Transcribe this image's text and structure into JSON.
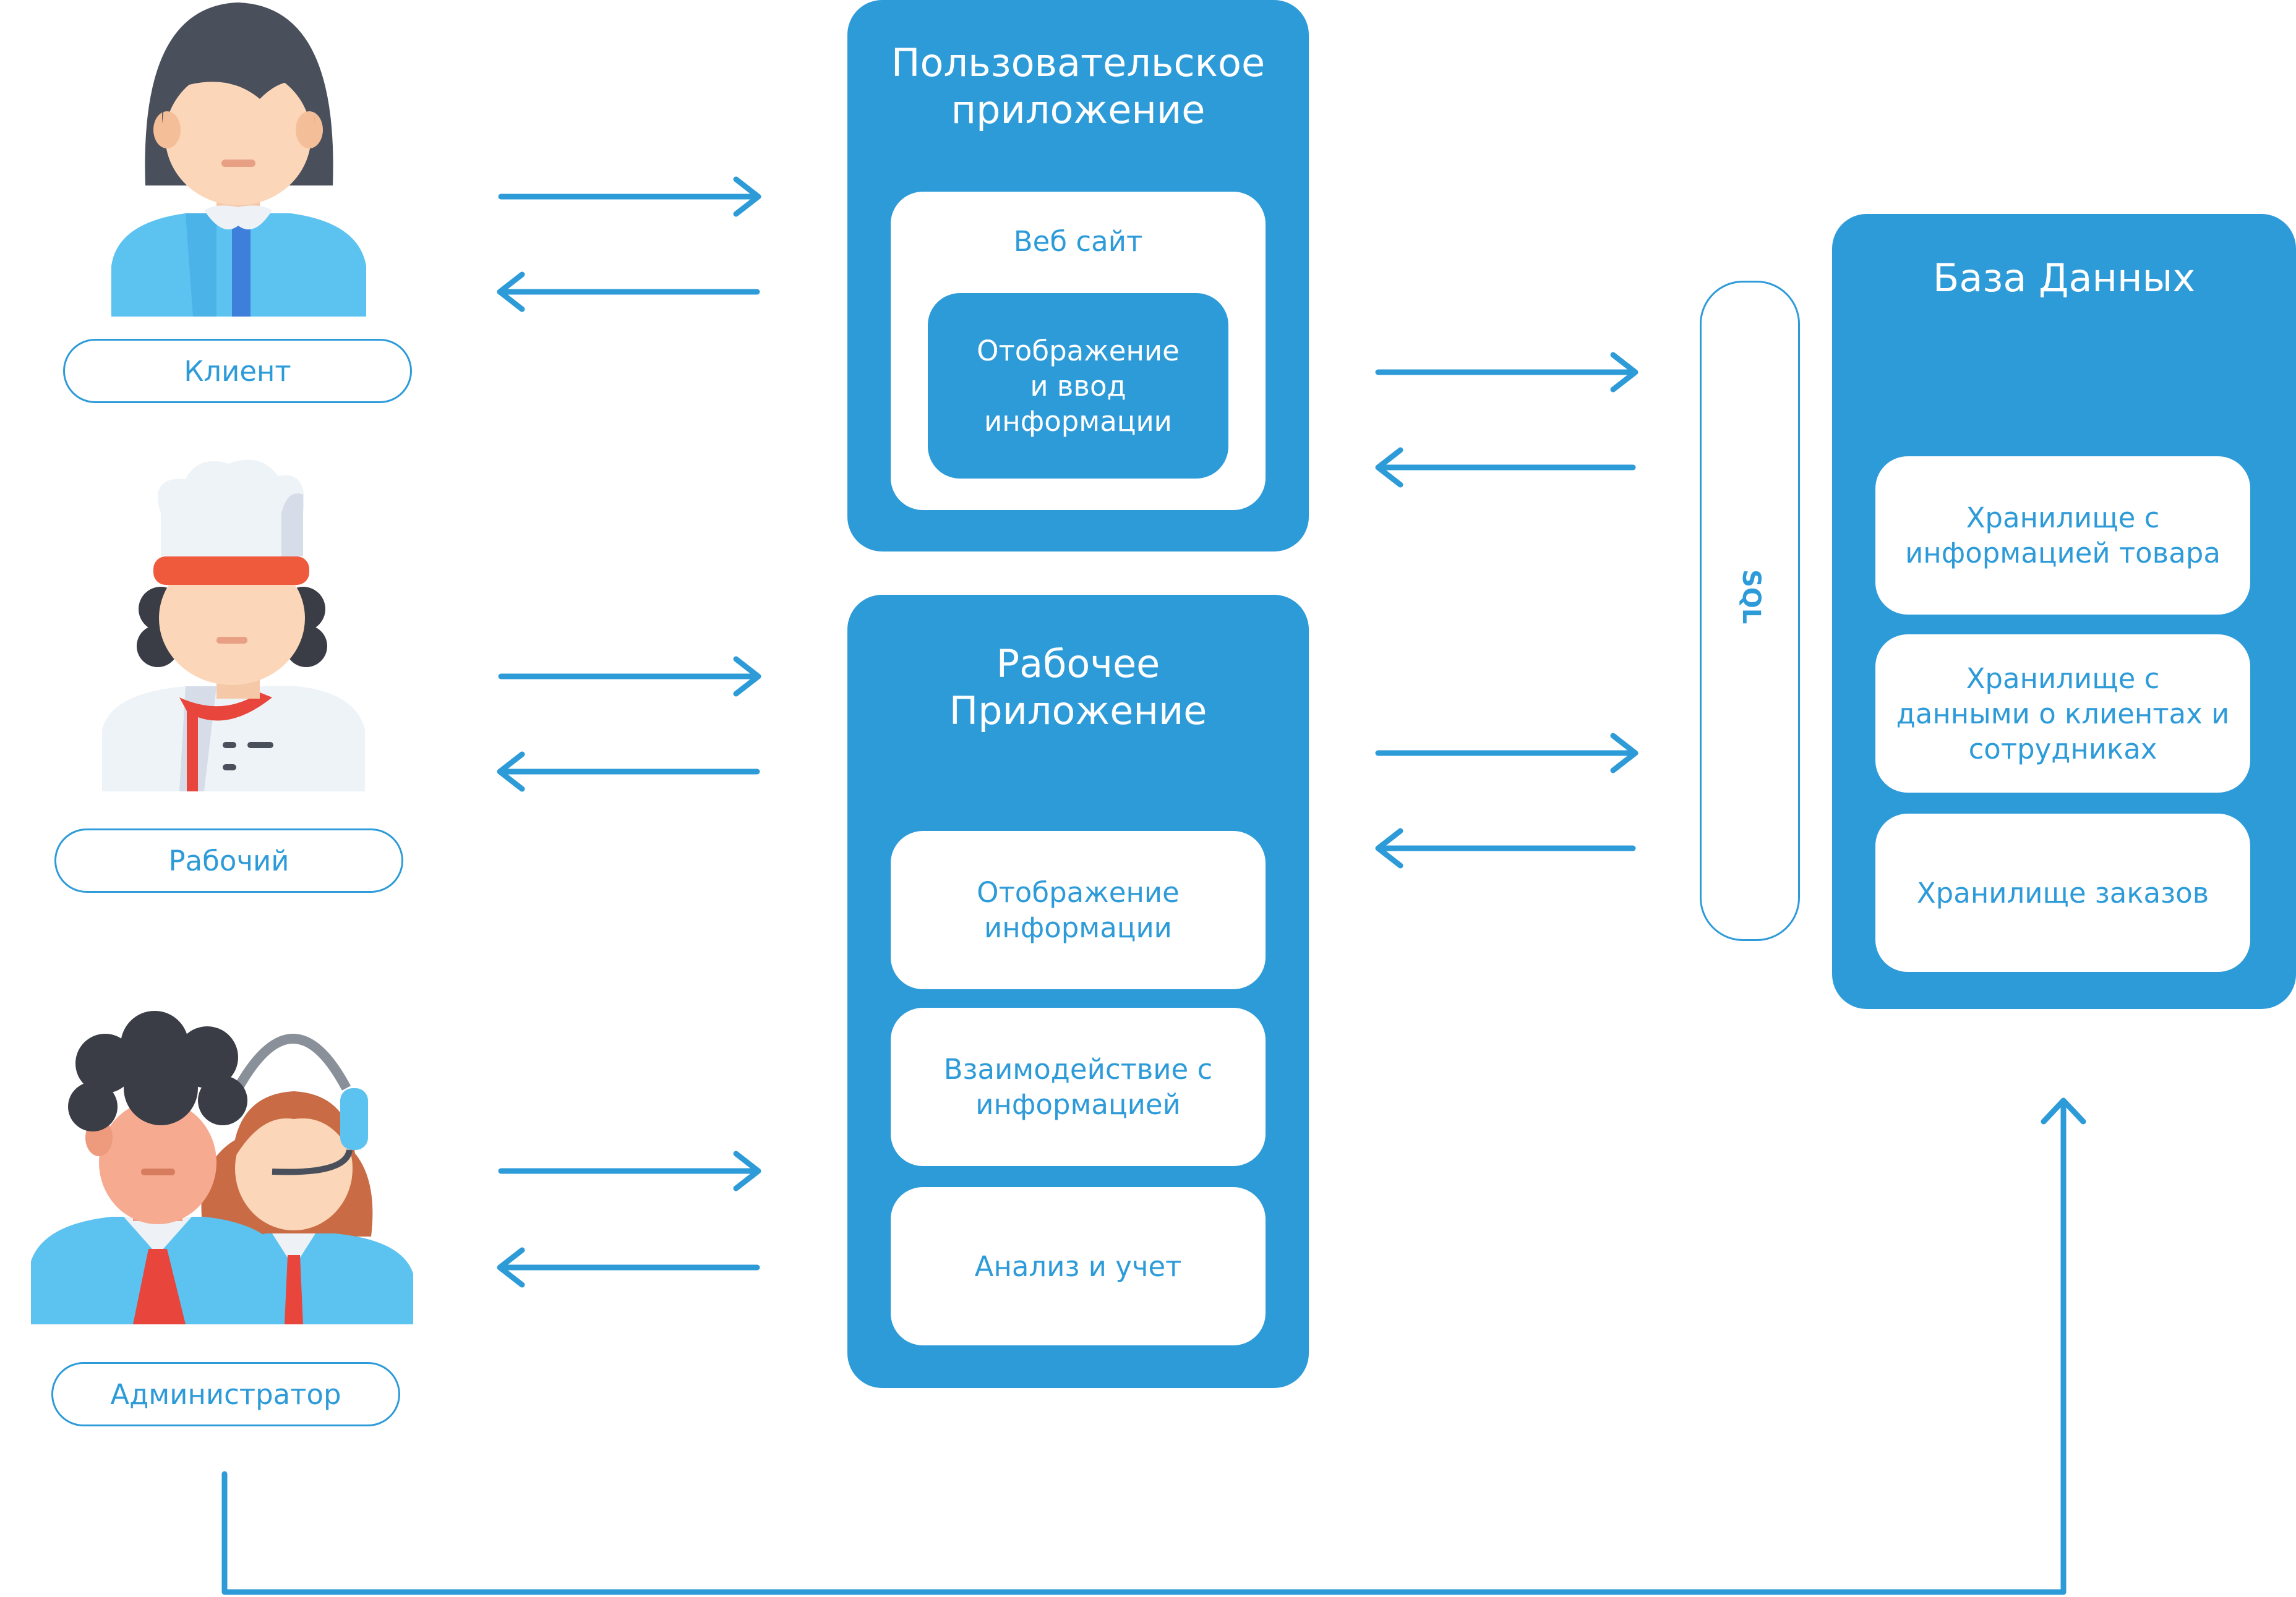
{
  "colors": {
    "accent": "#2e9bd9",
    "background": "#ffffff"
  },
  "actors": [
    {
      "label": "Клиент",
      "icon": "female-client-icon"
    },
    {
      "label": "Рабочий",
      "icon": "chef-worker-icon"
    },
    {
      "label": "Администратор",
      "icon": "administrators-icon"
    }
  ],
  "user_app": {
    "title": "Пользовательское\nприложение",
    "website": {
      "label": "Веб сайт",
      "inner": "Отображение\nи ввод\nинформации"
    }
  },
  "work_app": {
    "title": "Рабочее\nПриложение",
    "items": [
      "Отображение\nинформации",
      "Взаимодействие с\nинформацией",
      "Анализ и учет"
    ]
  },
  "sql": {
    "label": "SQL"
  },
  "database": {
    "title": "База Данных",
    "items": [
      "Хранилище с\nинформацией товара",
      "Хранилище с\nданными о клиентах и\nсотрудниках",
      "Хранилище заказов"
    ]
  }
}
